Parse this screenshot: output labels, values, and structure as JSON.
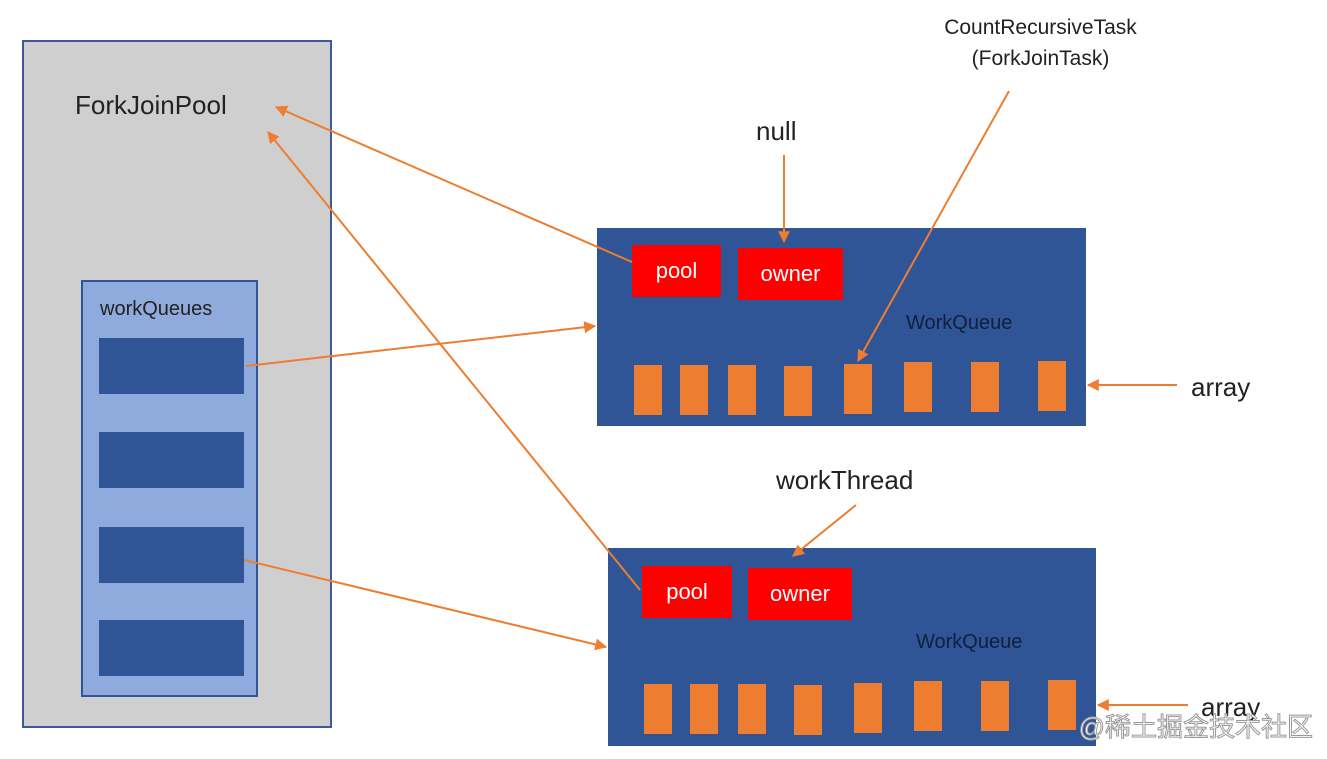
{
  "pool": {
    "title": "ForkJoinPool",
    "queues_label": "workQueues",
    "slot_count": 4
  },
  "queue_top": {
    "pool": "pool",
    "owner": "owner",
    "label": "WorkQueue",
    "owner_value": "null",
    "task_label_line1": "CountRecursiveTask",
    "task_label_line2": "(ForkJoinTask)",
    "array_label": "array",
    "cell_count": 8
  },
  "queue_bottom": {
    "pool": "pool",
    "owner": "owner",
    "label": "WorkQueue",
    "owner_value": "workThread",
    "array_label": "array",
    "cell_count": 8
  },
  "watermark": "@稀土掘金技术社区",
  "colors": {
    "panel_gray": "#d0cfcf",
    "queue_blue": "#2f5597",
    "light_blue": "#8faadc",
    "arrow_orange": "#ed7d31",
    "cell_orange": "#ed7d31",
    "red": "#ff0000"
  }
}
